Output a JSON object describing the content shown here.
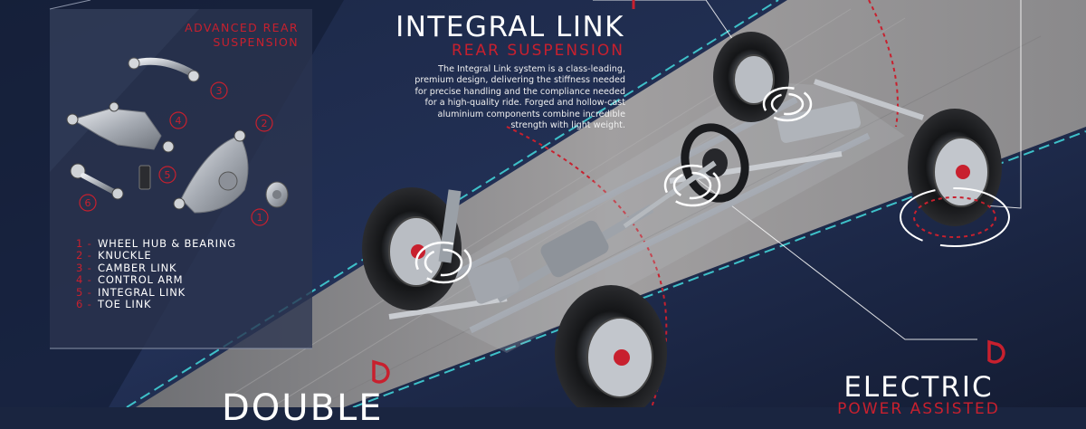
{
  "panel": {
    "title_line1": "ADVANCED REAR",
    "title_line2": "SUSPENSION",
    "callouts": [
      "3",
      "4",
      "2",
      "5",
      "6",
      "1"
    ],
    "parts": [
      {
        "num": "1 -",
        "label": "WHEEL HUB & BEARING"
      },
      {
        "num": "2 -",
        "label": "KNUCKLE"
      },
      {
        "num": "3 -",
        "label": "CAMBER LINK"
      },
      {
        "num": "4 -",
        "label": "CONTROL ARM"
      },
      {
        "num": "5 -",
        "label": "INTEGRAL LINK"
      },
      {
        "num": "6 -",
        "label": "TOE LINK"
      }
    ]
  },
  "headline": {
    "title": "INTEGRAL LINK",
    "subtitle": "REAR SUSPENSION",
    "description_lines": [
      "The Integral Link system is a class-leading,",
      "premium design, delivering the stiffness needed",
      "for precise handling and the compliance needed",
      "for a high-quality ride. Forged and hollow-cast",
      "aluminium components combine incredible",
      "strength with light weight."
    ]
  },
  "bottom": {
    "electric_title": "ELECTRIC",
    "electric_subtitle": "POWER ASSISTED",
    "double_title": "DOUBLE"
  },
  "colors": {
    "background": "#1a2540",
    "accent_red": "#c8202e",
    "road": "#8f8e8f",
    "road_edge": "#3ec1c9",
    "text": "#ffffff"
  },
  "icons": [
    "cut-d-logo-icon",
    "cut-d-logo-icon"
  ]
}
